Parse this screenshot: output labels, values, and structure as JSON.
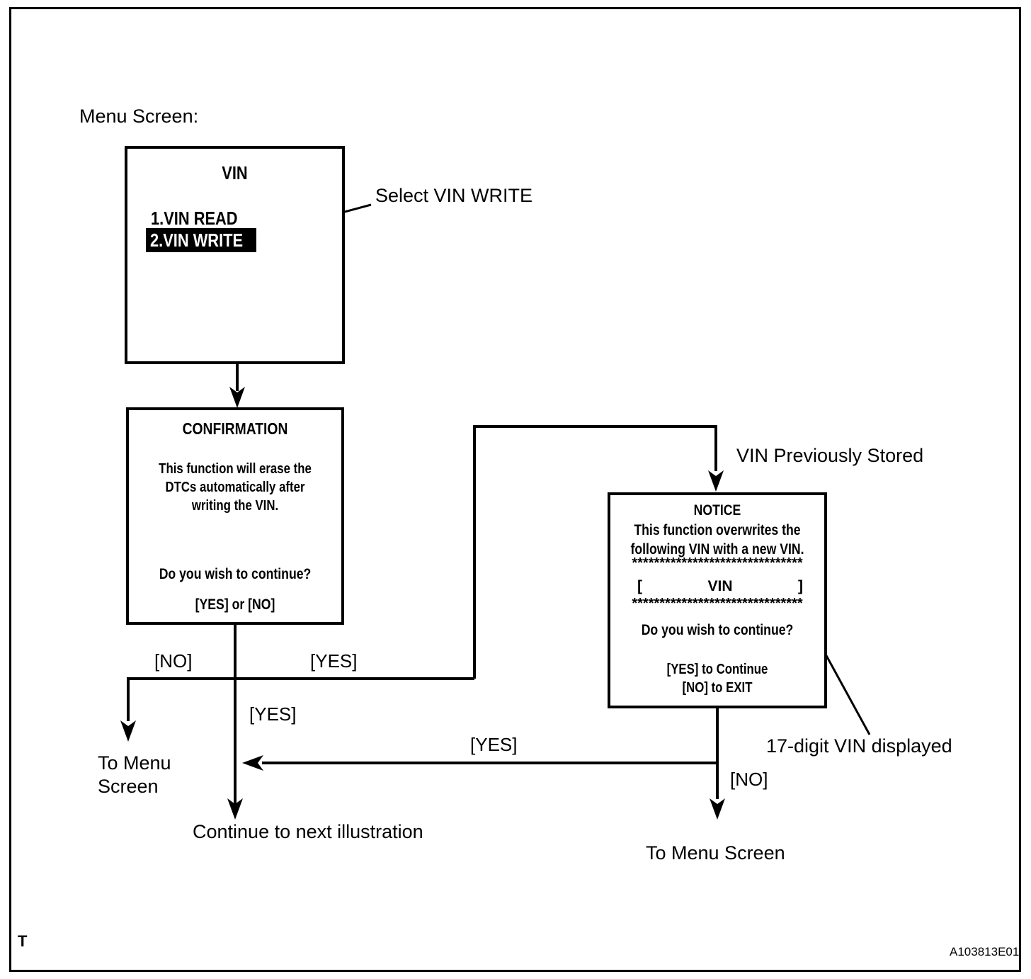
{
  "labels": {
    "menu_screen": "Menu Screen:",
    "select_vin_write": "Select VIN WRITE",
    "vin_previously_stored": "VIN Previously Stored",
    "seventeen_digit": "17-digit VIN displayed",
    "to_menu_left": "To Menu\nScreen",
    "to_menu_right": "To Menu Screen",
    "continue_next": "Continue to next illustration",
    "no_1": "[NO]",
    "yes_1": "[YES]",
    "yes_2": "[YES]",
    "yes_3": "[YES]",
    "no_2": "[NO]",
    "footer_t": "T",
    "figure_code": "A103813E01"
  },
  "menu_box": {
    "title": "VIN",
    "items": [
      {
        "label": "1.VIN READ",
        "selected": false
      },
      {
        "label": "2.VIN WRITE",
        "selected": true
      }
    ]
  },
  "confirmation_box": {
    "title": "CONFIRMATION",
    "body_lines": [
      "This function will erase the",
      "DTCs automatically after",
      "writing the VIN."
    ],
    "question": "Do you wish to continue?",
    "options": "[YES] or [NO]"
  },
  "notice_box": {
    "title": "NOTICE",
    "body_lines": [
      "This function overwrites the",
      "following VIN with a new VIN."
    ],
    "stars_top": "*******************************",
    "vin_open": "[",
    "vin_label": "VIN",
    "vin_close": "]",
    "stars_bottom": "*******************************",
    "question": "Do you wish to continue?",
    "yes_line": "[YES] to Continue",
    "no_line": "[NO] to EXIT"
  },
  "colors": {
    "ink": "#000000",
    "paper": "#ffffff",
    "highlight_bg": "#000000",
    "highlight_text": "#ffffff"
  }
}
